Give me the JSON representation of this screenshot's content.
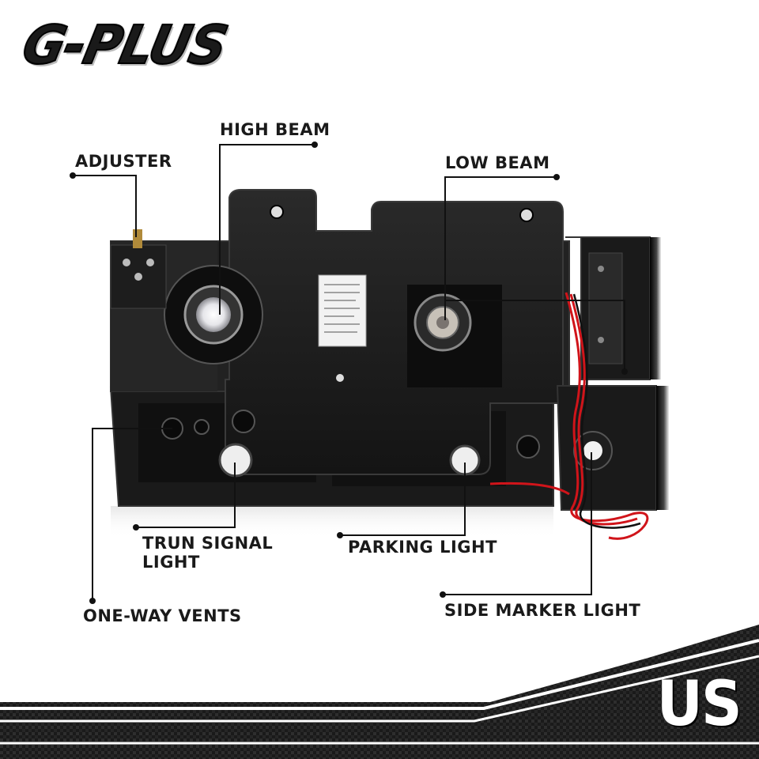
{
  "brand": {
    "logo_text": "G-PLUS",
    "region_badge": "US"
  },
  "callouts": {
    "high_beam": "HIGH BEAM",
    "adjuster": "ADJUSTER",
    "low_beam": "LOW BEAM",
    "turn_signal_line1": "TRUN SIGNAL",
    "turn_signal_line2": "LIGHT",
    "parking_light": "PARKING LIGHT",
    "one_way_vents": "ONE-WAY VENTS",
    "side_marker_light": "SIDE MARKER LIGHT"
  },
  "colors": {
    "housing": "#1c1c1c",
    "housing_edge": "#2c2c2c",
    "wire_red": "#d0141a",
    "leader_line": "#111111",
    "band_dark": "#111111"
  },
  "icons": {
    "product_photo": "headlight-assembly-back-icon"
  }
}
